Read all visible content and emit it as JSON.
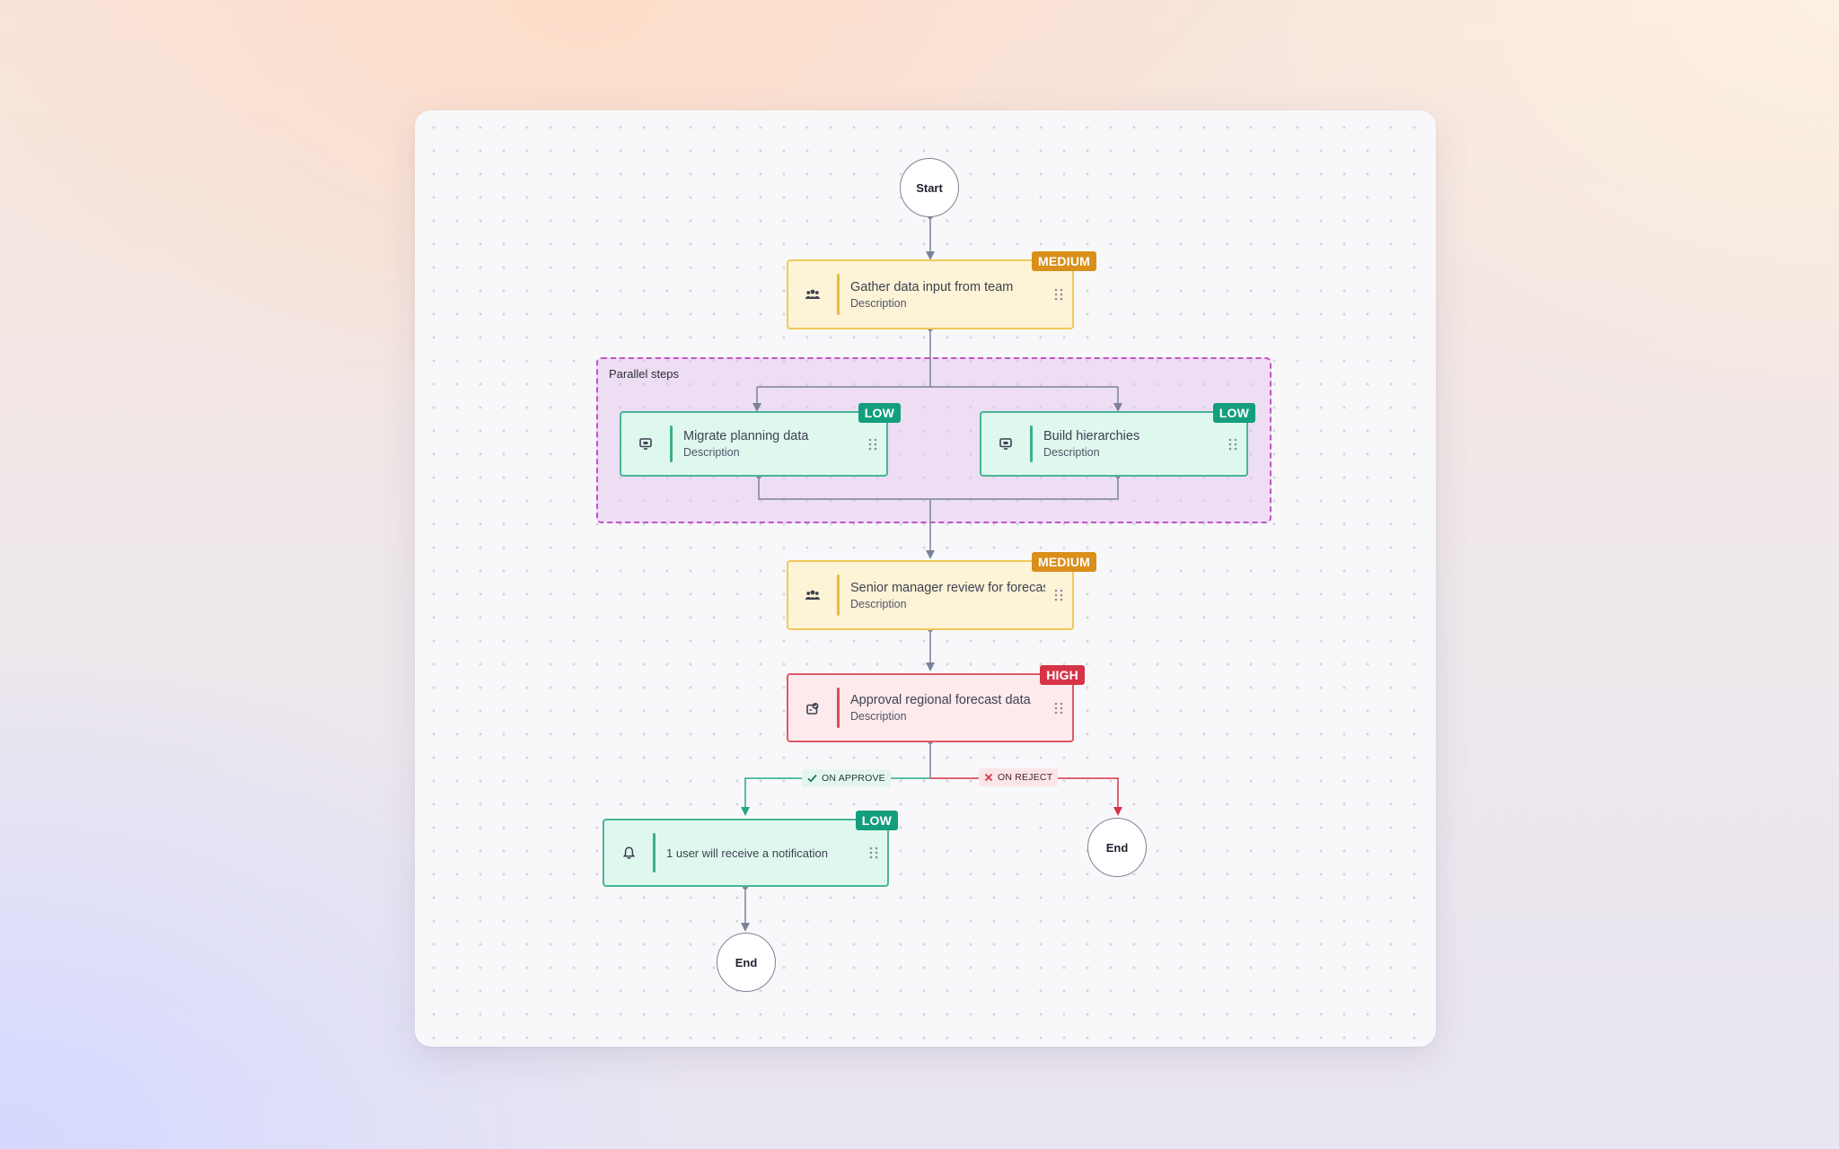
{
  "start_label": "Start",
  "group": {
    "label": "Parallel steps"
  },
  "nodes": {
    "gather": {
      "title": "Gather data input from team",
      "description": "Description",
      "priority": "MEDIUM",
      "icon": "users-icon"
    },
    "migrate": {
      "title": "Migrate planning data",
      "description": "Description",
      "priority": "LOW",
      "icon": "screen-share-icon"
    },
    "hierarchies": {
      "title": "Build hierarchies",
      "description": "Description",
      "priority": "LOW",
      "icon": "screen-share-icon"
    },
    "review": {
      "title": "Senior manager review for forecast",
      "description": "Description",
      "priority": "MEDIUM",
      "icon": "users-icon"
    },
    "approval": {
      "title": "Approval regional forecast data",
      "description": "Description",
      "priority": "HIGH",
      "icon": "approval-icon"
    },
    "notify": {
      "title": "1 user will receive a notification",
      "priority": "LOW",
      "icon": "bell-icon"
    }
  },
  "edges": {
    "approve_label": "ON APPROVE",
    "reject_label": "ON REJECT"
  },
  "end_label": "End",
  "colors": {
    "medium": "#d98f1a",
    "low": "#149e7d",
    "high": "#d63446",
    "connector": "#7b829a",
    "reject": "#d63446",
    "approve": "#2aa58b"
  }
}
